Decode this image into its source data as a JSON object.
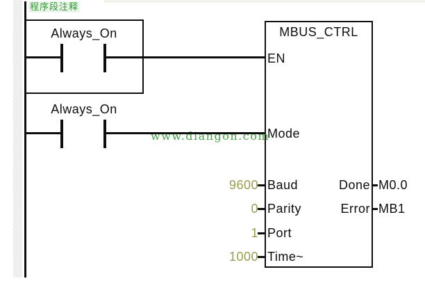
{
  "editor": {
    "network_comment": "程序段注释"
  },
  "rungs": [
    {
      "contact_label": "Always_On"
    },
    {
      "contact_label": "Always_On"
    }
  ],
  "watermark": {
    "text": "www.diangon.com"
  },
  "block": {
    "title": "MBUS_CTRL",
    "inputs": [
      {
        "pin": "EN"
      },
      {
        "pin": "Mode"
      },
      {
        "pin": "Baud",
        "value": "9600"
      },
      {
        "pin": "Parity",
        "value": "0"
      },
      {
        "pin": "Port",
        "value": "1"
      },
      {
        "pin": "Time~",
        "value": "1000"
      }
    ],
    "outputs": [
      {
        "pin": "Done",
        "value": "M0.0"
      },
      {
        "pin": "Error",
        "value": "MB1"
      }
    ]
  },
  "colors": {
    "wire": "#0d0d0d",
    "constant_value": "#9c9c4f",
    "comment_green": "#2f9a2f",
    "watermark_green": "#3f9b3f"
  }
}
